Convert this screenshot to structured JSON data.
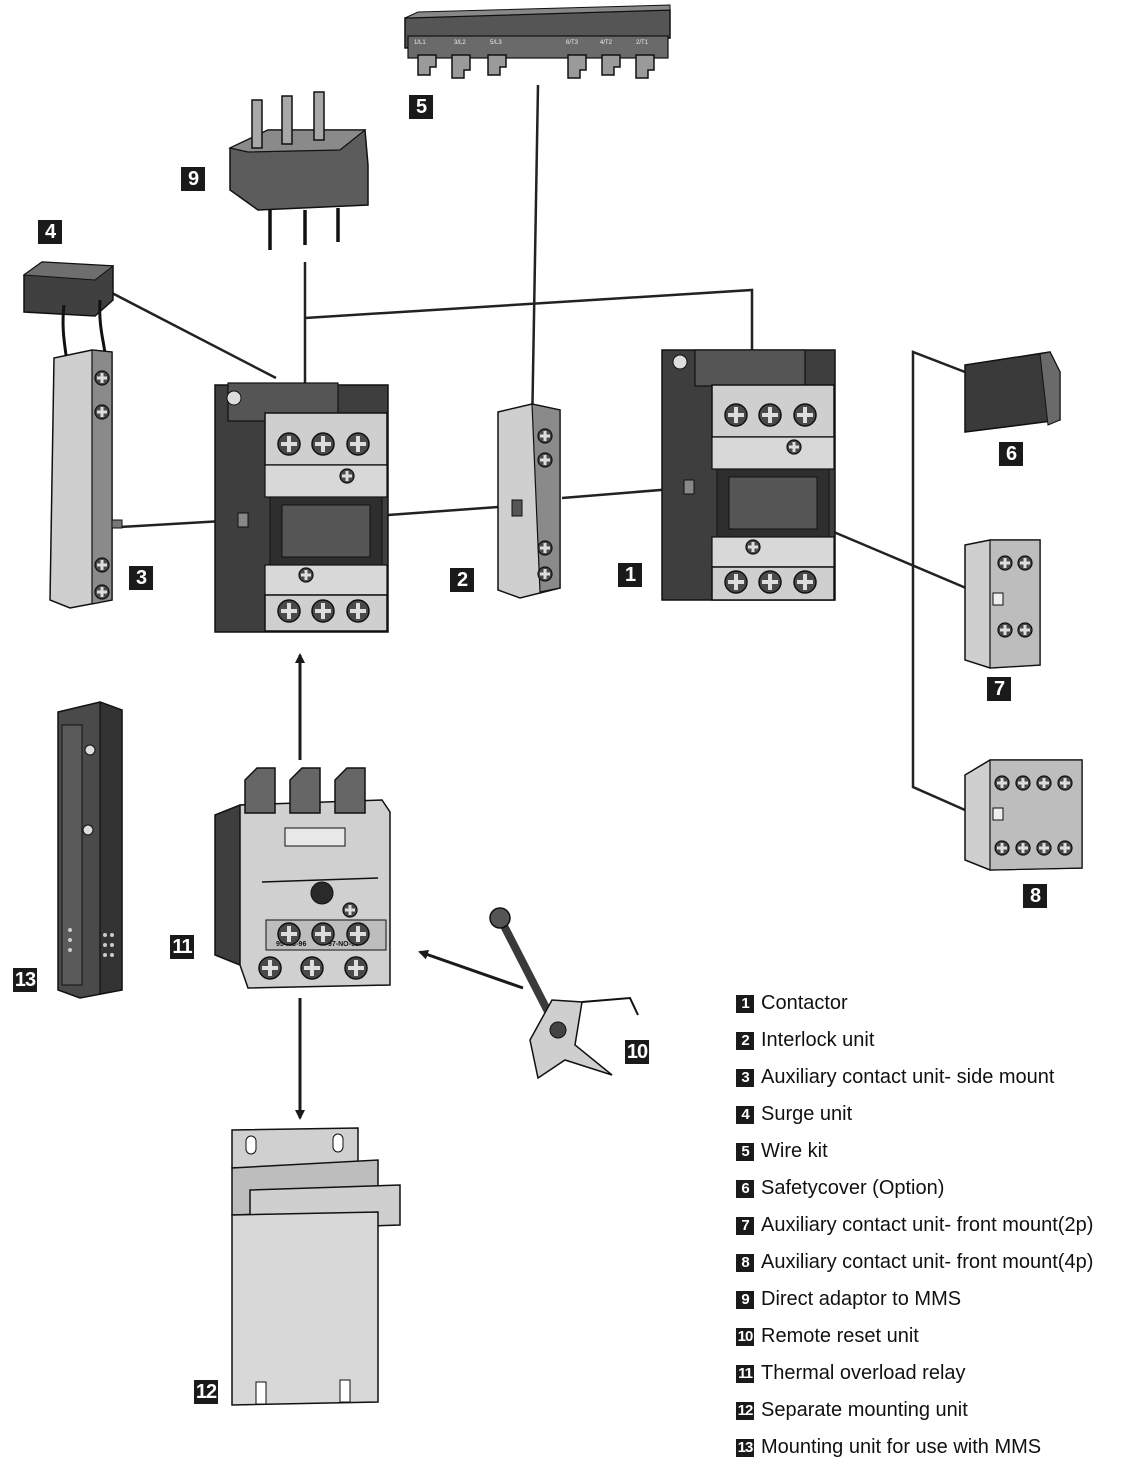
{
  "callouts": {
    "c1": "1",
    "c2": "2",
    "c3": "3",
    "c4": "4",
    "c5": "5",
    "c6": "6",
    "c7": "7",
    "c8": "8",
    "c9": "9",
    "c10": "10",
    "c11": "11",
    "c12": "12",
    "c13": "13"
  },
  "wire_kit_markings": [
    "1/L1",
    "3/L2",
    "5/L3",
    "6/T3",
    "4/T2",
    "2/T1"
  ],
  "overload_terminal_labels": {
    "nc": "95-NC-96",
    "no": "97-NO-98"
  },
  "legend": [
    {
      "num": "1",
      "label": "Contactor"
    },
    {
      "num": "2",
      "label": "Interlock unit"
    },
    {
      "num": "3",
      "label": "Auxiliary contact unit- side mount"
    },
    {
      "num": "4",
      "label": "Surge unit"
    },
    {
      "num": "5",
      "label": "Wire kit"
    },
    {
      "num": "6",
      "label": "Safetycover (Option)"
    },
    {
      "num": "7",
      "label": "Auxiliary contact unit- front mount(2p)"
    },
    {
      "num": "8",
      "label": "Auxiliary contact unit- front mount(4p)"
    },
    {
      "num": "9",
      "label": "Direct adaptor to MMS"
    },
    {
      "num": "10",
      "label": "Remote reset unit"
    },
    {
      "num": "11",
      "label": "Thermal overload relay"
    },
    {
      "num": "12",
      "label": "Separate mounting unit"
    },
    {
      "num": "13",
      "label": "Mounting unit for use with MMS"
    }
  ]
}
